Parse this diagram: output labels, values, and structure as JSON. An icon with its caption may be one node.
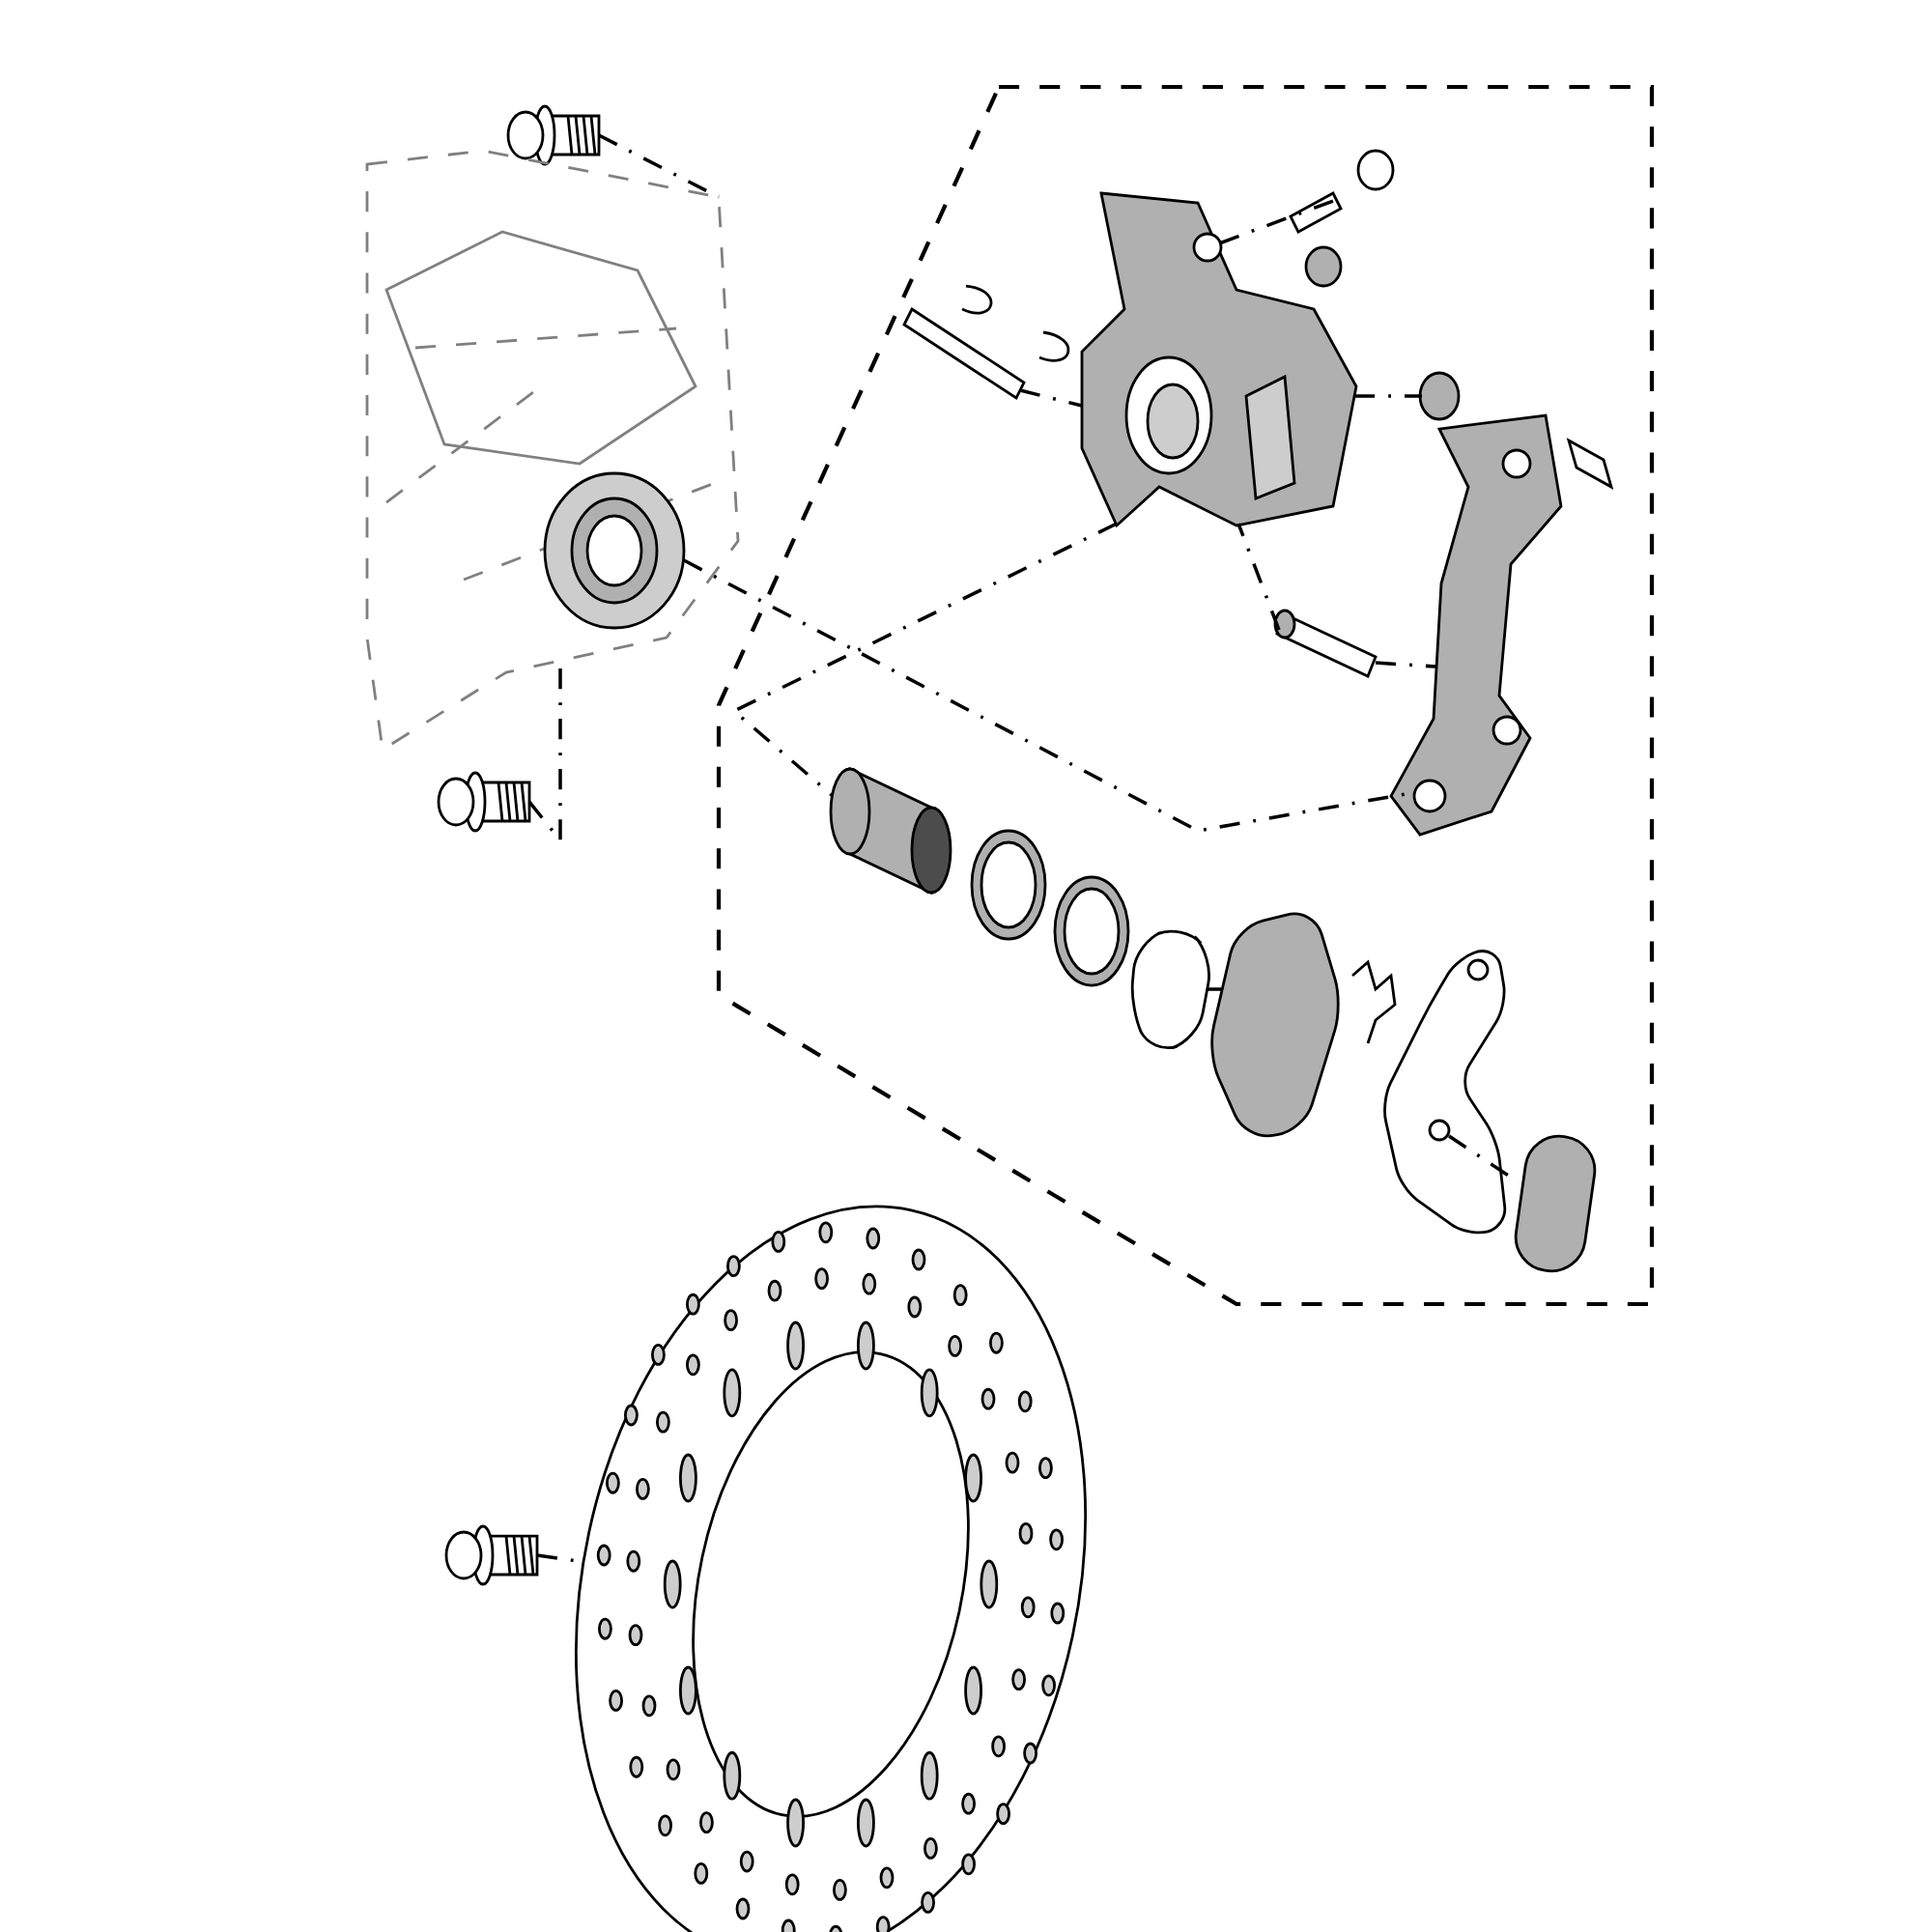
{
  "diagram": {
    "nodes": [
      {
        "text": [],
        "shape": "picture"
      },
      {
        "text": [],
        "shape": "picture"
      },
      {
        "text": [],
        "shape": "picture"
      },
      {
        "text": [],
        "shape": "picture"
      },
      {
        "text": [],
        "shape": "picture"
      },
      {
        "text": [],
        "shape": "picture"
      },
      {
        "text": [],
        "shape": "picture"
      },
      {
        "text": [],
        "shape": "picture"
      },
      {
        "text": [],
        "shape": "cylinder"
      },
      {
        "text": [],
        "shape": "circle"
      },
      {
        "text": [],
        "shape": "circle"
      },
      {
        "text": [],
        "shape": "picture"
      },
      {
        "text": [],
        "shape": "picture"
      },
      {
        "text": [],
        "shape": "picture"
      },
      {
        "text": [],
        "shape": "picture"
      },
      {
        "text": [],
        "shape": "box"
      },
      {
        "text": [],
        "shape": "picture"
      },
      {
        "text": [],
        "shape": "picture"
      }
    ],
    "edges": [
      {
        "from": 0,
        "to": 1,
        "arrow": "none"
      },
      {
        "from": 2,
        "to": 1,
        "arrow": "none"
      },
      {
        "from": 1,
        "to": 6,
        "arrow": "none"
      },
      {
        "from": 3,
        "to": 8,
        "arrow": "none"
      },
      {
        "from": 5,
        "to": 3,
        "arrow": "none"
      },
      {
        "from": 4,
        "to": 3,
        "arrow": "none"
      },
      {
        "from": 7,
        "to": 3,
        "arrow": "none"
      },
      {
        "from": 3,
        "to": 6,
        "arrow": "none"
      },
      {
        "from": 11,
        "to": 12,
        "arrow": "none"
      },
      {
        "from": 14,
        "to": 15,
        "arrow": "none"
      },
      {
        "from": 17,
        "to": 16,
        "arrow": "none"
      },
      {
        "from": 7,
        "to": 6,
        "arrow": "none"
      }
    ]
  }
}
